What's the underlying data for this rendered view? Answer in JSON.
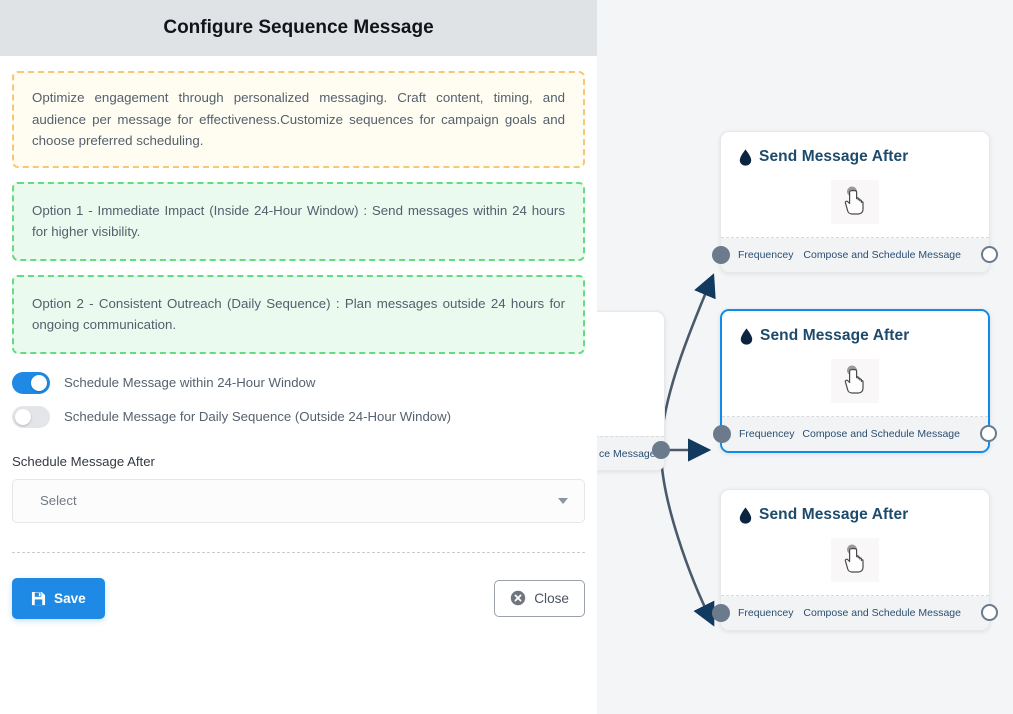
{
  "panel": {
    "header": {
      "title": "Configure Sequence Message"
    },
    "notes": [
      {
        "tone": "orange",
        "text": "Optimize engagement through personalized messaging. Craft content, timing, and audience per message for effectiveness.Customize sequences for campaign goals and choose preferred scheduling."
      },
      {
        "tone": "green",
        "text": "Option 1 - Immediate Impact (Inside 24-Hour Window) : Send messages within 24 hours for higher visibility."
      },
      {
        "tone": "green",
        "text": "Option 2 - Consistent Outreach (Daily Sequence) : Plan messages outside 24 hours for ongoing communication."
      }
    ],
    "toggles": [
      {
        "label": "Schedule Message within 24-Hour Window",
        "state": "on"
      },
      {
        "label": "Schedule Message for Daily Sequence (Outside 24-Hour Window)",
        "state": "off"
      }
    ],
    "schedule_field": {
      "label": "Schedule Message After",
      "value": "Select",
      "caret_icon": "chevron-down-icon"
    },
    "footer": {
      "save_label": "Save",
      "save_icon": "floppy-disk-icon",
      "close_label": "Close",
      "close_icon": "circle-x-icon"
    }
  },
  "canvas": {
    "partial_node": {
      "footer_text": "ce Message"
    },
    "nodes": [
      {
        "title": "Send Message After",
        "title_icon": "water-drop-icon",
        "body_icon": "pointing-hand-cursor-icon",
        "footer_left": "Frequencey",
        "footer_right": "Compose and Schedule Message",
        "selected": "false"
      },
      {
        "title": "Send Message After",
        "title_icon": "water-drop-icon",
        "body_icon": "pointing-hand-cursor-icon",
        "footer_left": "Frequencey",
        "footer_right": "Compose and Schedule Message",
        "selected": "true"
      },
      {
        "title": "Send Message After",
        "title_icon": "water-drop-icon",
        "body_icon": "pointing-hand-cursor-icon",
        "footer_left": "Frequencey",
        "footer_right": "Compose and Schedule Message",
        "selected": "false"
      }
    ]
  },
  "colors": {
    "accent_blue": "#1e8ae5",
    "selected_border": "#0f8ce8",
    "note_orange_border": "#f7c774",
    "note_orange_bg": "#fffdf2",
    "note_green_border": "#63dd7f",
    "note_green_bg": "#eafaef",
    "header_bg": "#e0e3e6",
    "canvas_bg": "#f4f5f7",
    "node_title": "#1e4a6b",
    "port_gray": "#6b7b8c",
    "edge_stroke": "#4a5a6b"
  }
}
